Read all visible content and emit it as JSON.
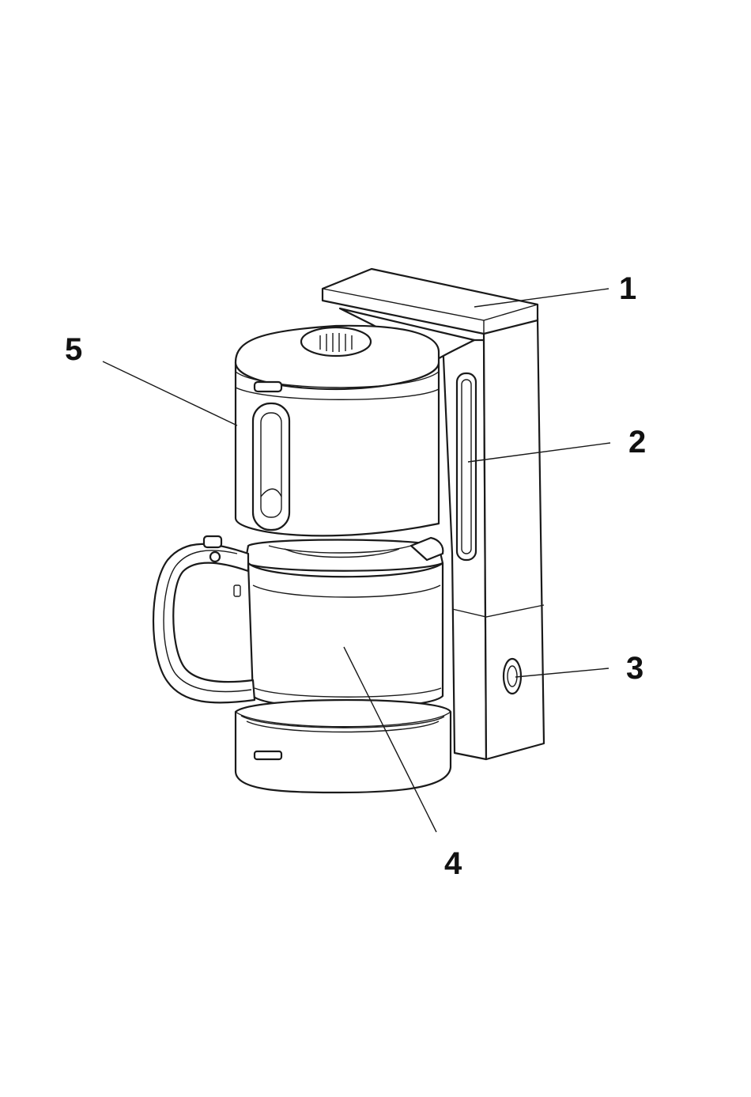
{
  "diagram": {
    "callouts": [
      {
        "id": "c1",
        "label": "1"
      },
      {
        "id": "c2",
        "label": "2"
      },
      {
        "id": "c3",
        "label": "3"
      },
      {
        "id": "c4",
        "label": "4"
      },
      {
        "id": "c5",
        "label": "5"
      }
    ]
  }
}
